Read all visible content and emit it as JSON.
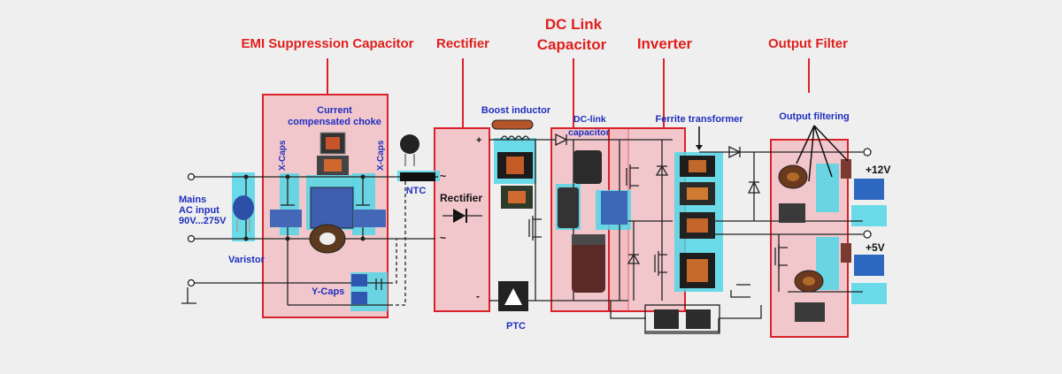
{
  "sections": {
    "emi": "EMI Suppression Capacitor",
    "rectifier": "Rectifier",
    "dclink_line1": "DC Link",
    "dclink_line2": "Capacitor",
    "inverter": "Inverter",
    "output_filter": "Output Filter"
  },
  "labels": {
    "current_choke_line1": "Current",
    "current_choke_line2": "compensated choke",
    "x_caps_left": "X-Caps",
    "x_caps_right": "X-Caps",
    "ntc": "NTC",
    "mains_line1": "Mains",
    "mains_line2": "AC input",
    "mains_line3": "90V...275V",
    "varistor": "Varistor",
    "y_caps": "Y-Caps",
    "rectifier_box": "Rectifier",
    "boost_inductor": "Boost inductor",
    "dc_link_line1": "DC-link",
    "dc_link_line2": "capacitor",
    "ptc": "PTC",
    "ferrite_transformer": "Ferrite transformer",
    "output_filtering": "Output filtering",
    "out_12v": "+12V",
    "out_5v": "+5V",
    "plus_sign": "+",
    "minus_sign": "-",
    "tilde_top": "~",
    "tilde_bottom": "~"
  },
  "colors": {
    "title_red": "#e0201e",
    "label_blue": "#1f2fbf",
    "section_fill": "#f2b9c0",
    "highlight_cyan": "#53d6e6"
  }
}
